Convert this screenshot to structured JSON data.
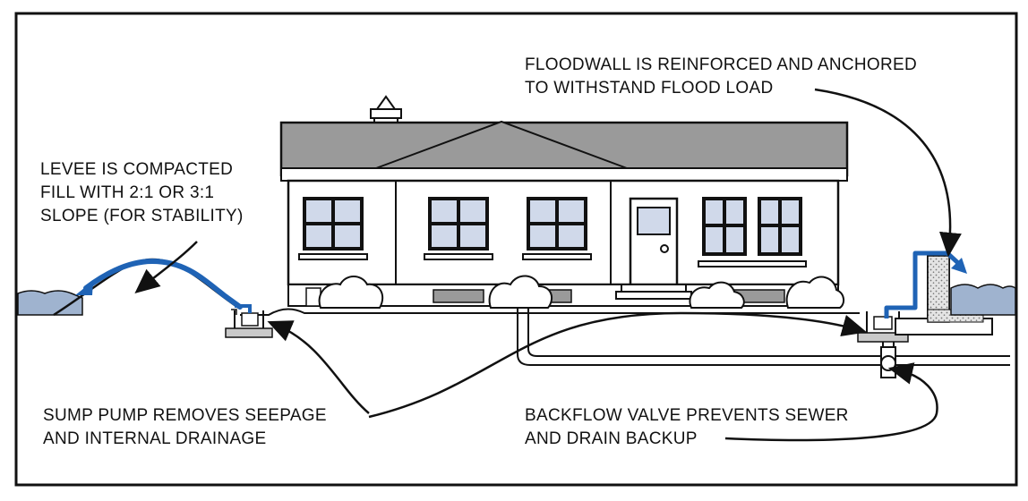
{
  "colors": {
    "water": "#9fb3cf",
    "flow_arrow": "#1f63b5",
    "roof": "#9a9a9a",
    "window_glass": "#d0d9ea",
    "outline": "#111111",
    "background": "#ffffff",
    "concrete": "#c9c9c9"
  },
  "icons": [
    "chimney-icon",
    "shrub-icon",
    "sump-pump-icon",
    "backflow-valve-icon",
    "flow-arrow-icon"
  ],
  "callouts": {
    "floodwall": {
      "line1": "FLOODWALL IS REINFORCED AND ANCHORED",
      "line2": "TO WITHSTAND FLOOD LOAD"
    },
    "levee": {
      "line1": "LEVEE IS COMPACTED",
      "line2": "FILL WITH 2:1 OR 3:1",
      "line3": "SLOPE (FOR STABILITY)"
    },
    "sump_pump": {
      "line1": "SUMP PUMP REMOVES SEEPAGE",
      "line2": "AND INTERNAL DRAINAGE"
    },
    "backflow_valve": {
      "line1": "BACKFLOW VALVE PREVENTS SEWER",
      "line2": "AND DRAIN BACKUP"
    }
  }
}
